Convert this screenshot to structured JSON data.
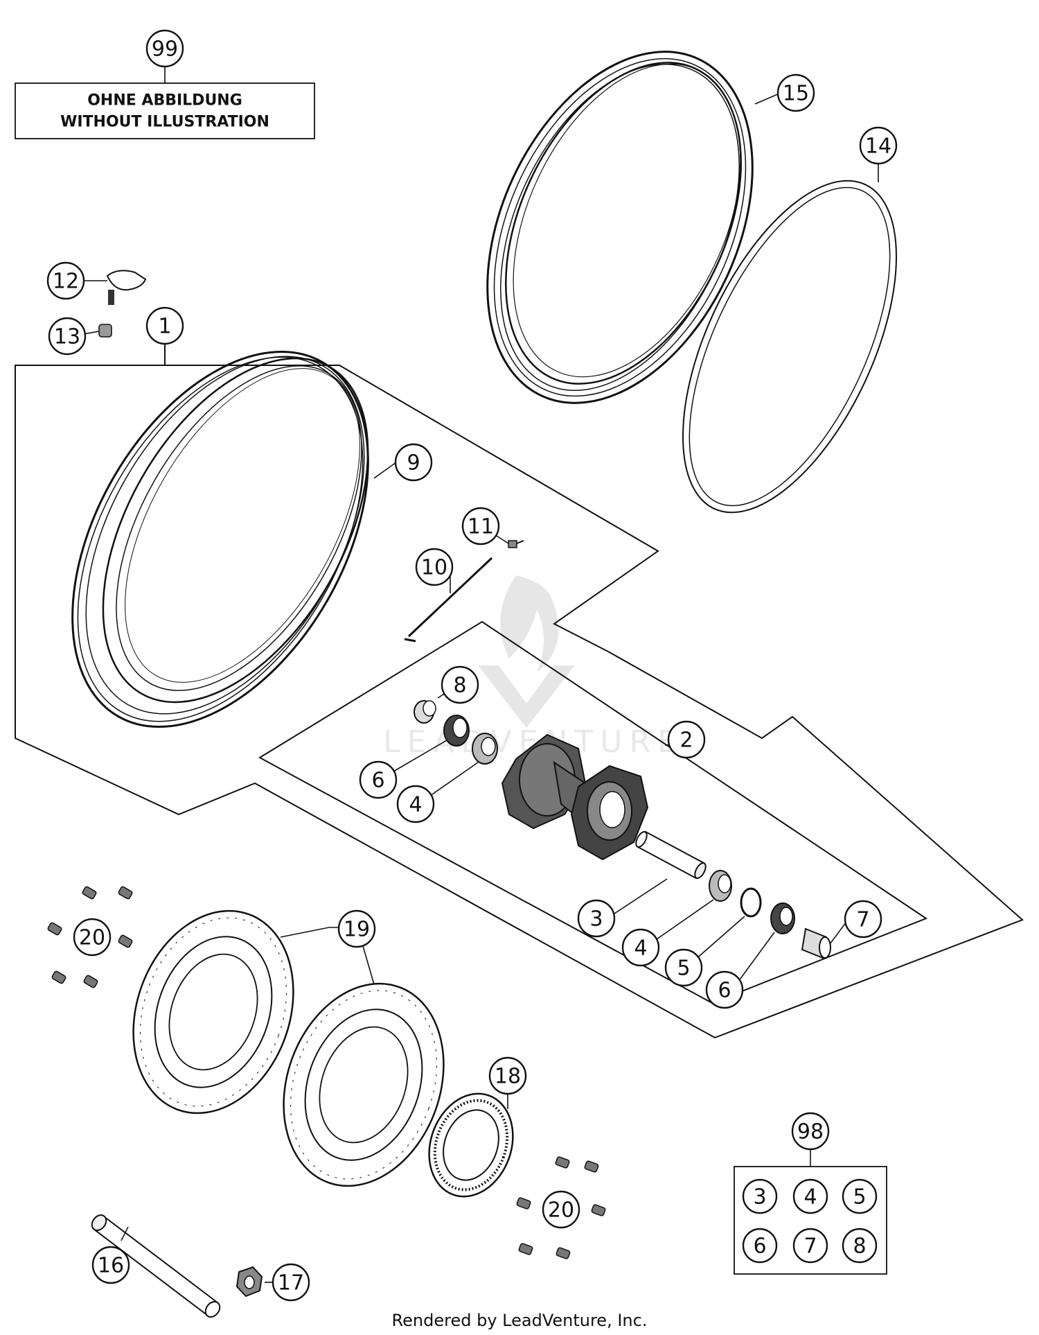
{
  "note": {
    "callout": "99",
    "line1": "OHNE ABBILDUNG",
    "line2": "WITHOUT ILLUSTRATION"
  },
  "callouts": {
    "c1": "1",
    "c2": "2",
    "c3": "3",
    "c4a": "4",
    "c4b": "4",
    "c5": "5",
    "c6a": "6",
    "c6b": "6",
    "c7": "7",
    "c8": "8",
    "c9": "9",
    "c10": "10",
    "c11": "11",
    "c12": "12",
    "c13": "13",
    "c14": "14",
    "c15": "15",
    "c16": "16",
    "c17": "17",
    "c18": "18",
    "c19": "19",
    "c20a": "20",
    "c20b": "20"
  },
  "kit": {
    "callout": "98",
    "items": [
      "3",
      "4",
      "5",
      "6",
      "7",
      "8"
    ]
  },
  "watermark": "LEADVENTURE",
  "footer": "Rendered by LeadVenture, Inc."
}
